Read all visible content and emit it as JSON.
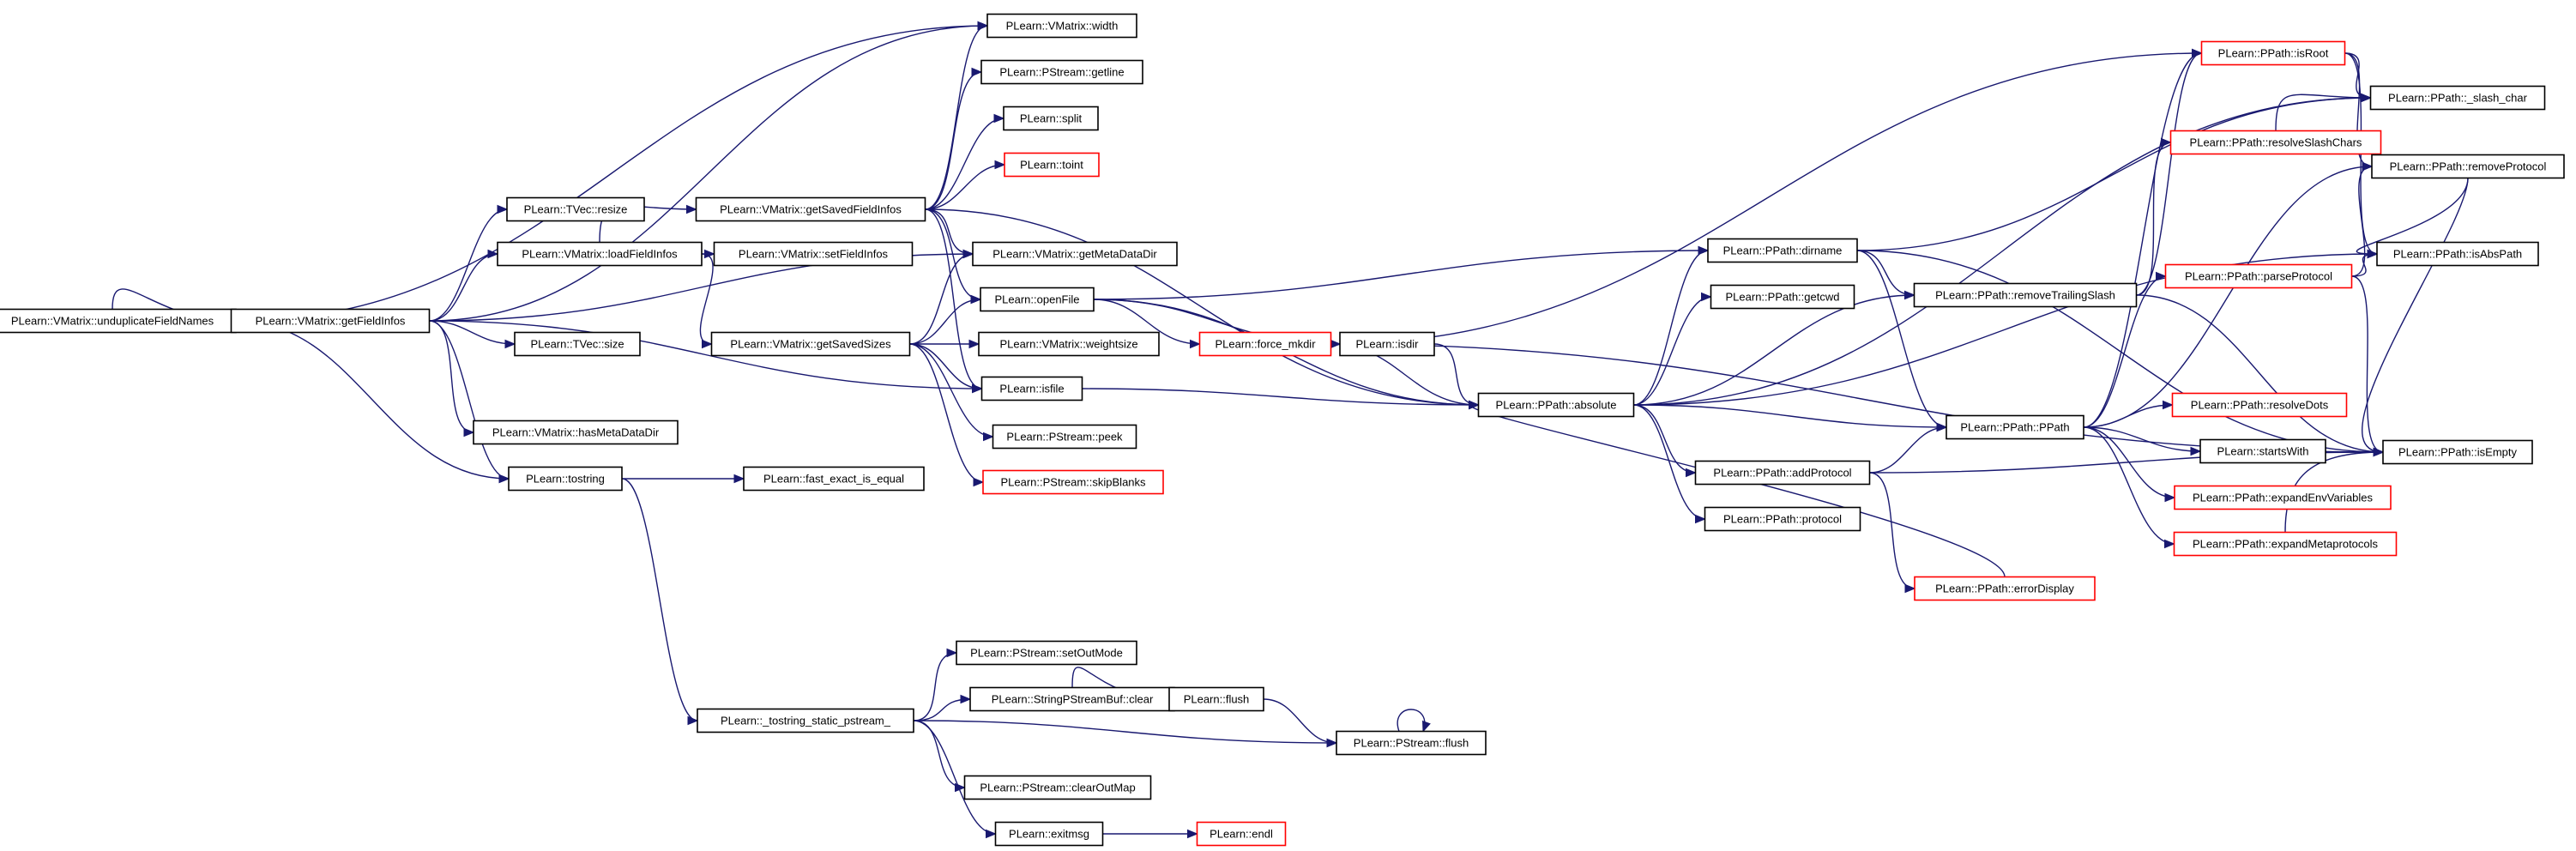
{
  "colors": {
    "edge": "#191970",
    "node_border": "#000000",
    "node_border_incomplete": "#ff0000",
    "root_fill": "#bfbfbf",
    "node_fill": "#ffffff"
  },
  "graph": {
    "nodes": [
      {
        "id": "unduplicate",
        "label": "PLearn::VMatrix::unduplicateFieldNames",
        "status": "root"
      },
      {
        "id": "getFieldInfos",
        "label": "PLearn::VMatrix::getFieldInfos",
        "status": "normal"
      },
      {
        "id": "width",
        "label": "PLearn::VMatrix::width",
        "status": "normal"
      },
      {
        "id": "getline",
        "label": "PLearn::PStream::getline",
        "status": "normal"
      },
      {
        "id": "split",
        "label": "PLearn::split",
        "status": "normal"
      },
      {
        "id": "toint",
        "label": "PLearn::toint",
        "status": "incomplete"
      },
      {
        "id": "tvec_resize",
        "label": "PLearn::TVec::resize",
        "status": "normal"
      },
      {
        "id": "getSavedFieldInfos",
        "label": "PLearn::VMatrix::getSavedFieldInfos",
        "status": "normal"
      },
      {
        "id": "loadFieldInfos",
        "label": "PLearn::VMatrix::loadFieldInfos",
        "status": "normal"
      },
      {
        "id": "setFieldInfos",
        "label": "PLearn::VMatrix::setFieldInfos",
        "status": "normal"
      },
      {
        "id": "getMetaDataDir",
        "label": "PLearn::VMatrix::getMetaDataDir",
        "status": "normal"
      },
      {
        "id": "openFile",
        "label": "PLearn::openFile",
        "status": "normal"
      },
      {
        "id": "tvec_size",
        "label": "PLearn::TVec::size",
        "status": "normal"
      },
      {
        "id": "getSavedSizes",
        "label": "PLearn::VMatrix::getSavedSizes",
        "status": "normal"
      },
      {
        "id": "weightsize",
        "label": "PLearn::VMatrix::weightsize",
        "status": "normal"
      },
      {
        "id": "force_mkdir",
        "label": "PLearn::force_mkdir",
        "status": "incomplete"
      },
      {
        "id": "isdir",
        "label": "PLearn::isdir",
        "status": "normal"
      },
      {
        "id": "isfile",
        "label": "PLearn::isfile",
        "status": "normal"
      },
      {
        "id": "hasMetaDataDir",
        "label": "PLearn::VMatrix::hasMetaDataDir",
        "status": "normal"
      },
      {
        "id": "peek",
        "label": "PLearn::PStream::peek",
        "status": "normal"
      },
      {
        "id": "tostring",
        "label": "PLearn::tostring",
        "status": "normal"
      },
      {
        "id": "fast_exact",
        "label": "PLearn::fast_exact_is_equal",
        "status": "normal"
      },
      {
        "id": "skipBlanks",
        "label": "PLearn::PStream::skipBlanks",
        "status": "incomplete"
      },
      {
        "id": "absolute",
        "label": "PLearn::PPath::absolute",
        "status": "normal"
      },
      {
        "id": "dirname",
        "label": "PLearn::PPath::dirname",
        "status": "normal"
      },
      {
        "id": "getcwd",
        "label": "PLearn::PPath::getcwd",
        "status": "normal"
      },
      {
        "id": "removeTrailingSlash",
        "label": "PLearn::PPath::removeTrailingSlash",
        "status": "normal"
      },
      {
        "id": "ppath",
        "label": "PLearn::PPath::PPath",
        "status": "normal"
      },
      {
        "id": "addProtocol",
        "label": "PLearn::PPath::addProtocol",
        "status": "normal"
      },
      {
        "id": "protocol",
        "label": "PLearn::PPath::protocol",
        "status": "normal"
      },
      {
        "id": "errorDisplay",
        "label": "PLearn::PPath::errorDisplay",
        "status": "incomplete"
      },
      {
        "id": "isRoot",
        "label": "PLearn::PPath::isRoot",
        "status": "incomplete"
      },
      {
        "id": "resolveSlashChars",
        "label": "PLearn::PPath::resolveSlashChars",
        "status": "incomplete"
      },
      {
        "id": "parseProtocol",
        "label": "PLearn::PPath::parseProtocol",
        "status": "incomplete"
      },
      {
        "id": "resolveDots",
        "label": "PLearn::PPath::resolveDots",
        "status": "incomplete"
      },
      {
        "id": "startsWith",
        "label": "PLearn::startsWith",
        "status": "normal"
      },
      {
        "id": "expandEnvVariables",
        "label": "PLearn::PPath::expandEnvVariables",
        "status": "incomplete"
      },
      {
        "id": "expandMetaprotocols",
        "label": "PLearn::PPath::expandMetaprotocols",
        "status": "incomplete"
      },
      {
        "id": "slash_char",
        "label": "PLearn::PPath::_slash_char",
        "status": "normal"
      },
      {
        "id": "removeProtocol",
        "label": "PLearn::PPath::removeProtocol",
        "status": "normal"
      },
      {
        "id": "isAbsPath",
        "label": "PLearn::PPath::isAbsPath",
        "status": "normal"
      },
      {
        "id": "isEmpty",
        "label": "PLearn::PPath::isEmpty",
        "status": "normal"
      },
      {
        "id": "tostring_static",
        "label": "PLearn::_tostring_static_pstream_",
        "status": "normal"
      },
      {
        "id": "setOutMode",
        "label": "PLearn::PStream::setOutMode",
        "status": "normal"
      },
      {
        "id": "spsb_clear",
        "label": "PLearn::StringPStreamBuf::clear",
        "status": "normal"
      },
      {
        "id": "flush_fn",
        "label": "PLearn::flush",
        "status": "normal"
      },
      {
        "id": "pstream_flush",
        "label": "PLearn::PStream::flush",
        "status": "normal"
      },
      {
        "id": "clearOutMap",
        "label": "PLearn::PStream::clearOutMap",
        "status": "normal"
      },
      {
        "id": "exitmsg",
        "label": "PLearn::exitmsg",
        "status": "normal"
      },
      {
        "id": "endl",
        "label": "PLearn::endl",
        "status": "incomplete"
      }
    ],
    "edges": [
      [
        "unduplicate",
        "getFieldInfos"
      ],
      [
        "unduplicate",
        "width"
      ],
      [
        "unduplicate",
        "tostring"
      ],
      [
        "getFieldInfos",
        "width"
      ],
      [
        "getFieldInfos",
        "tvec_resize"
      ],
      [
        "getFieldInfos",
        "loadFieldInfos"
      ],
      [
        "getFieldInfos",
        "tvec_size"
      ],
      [
        "getFieldInfos",
        "getMetaDataDir"
      ],
      [
        "getFieldInfos",
        "isfile"
      ],
      [
        "getFieldInfos",
        "hasMetaDataDir"
      ],
      [
        "getFieldInfos",
        "tostring"
      ],
      [
        "loadFieldInfos",
        "getSavedFieldInfos"
      ],
      [
        "loadFieldInfos",
        "setFieldInfos"
      ],
      [
        "loadFieldInfos",
        "getSavedSizes"
      ],
      [
        "getSavedFieldInfos",
        "width"
      ],
      [
        "getSavedFieldInfos",
        "getline"
      ],
      [
        "getSavedFieldInfos",
        "split"
      ],
      [
        "getSavedFieldInfos",
        "toint"
      ],
      [
        "getSavedFieldInfos",
        "getMetaDataDir"
      ],
      [
        "getSavedFieldInfos",
        "openFile"
      ],
      [
        "getSavedFieldInfos",
        "isfile"
      ],
      [
        "getSavedFieldInfos",
        "absolute"
      ],
      [
        "getSavedSizes",
        "getMetaDataDir"
      ],
      [
        "getSavedSizes",
        "openFile"
      ],
      [
        "getSavedSizes",
        "weightsize"
      ],
      [
        "getSavedSizes",
        "isfile"
      ],
      [
        "getSavedSizes",
        "peek"
      ],
      [
        "getSavedSizes",
        "skipBlanks"
      ],
      [
        "openFile",
        "dirname"
      ],
      [
        "openFile",
        "force_mkdir"
      ],
      [
        "openFile",
        "isdir"
      ],
      [
        "openFile",
        "absolute"
      ],
      [
        "force_mkdir",
        "isdir"
      ],
      [
        "force_mkdir",
        "absolute"
      ],
      [
        "force_mkdir",
        "isRoot"
      ],
      [
        "force_mkdir",
        "isEmpty"
      ],
      [
        "isdir",
        "absolute"
      ],
      [
        "isfile",
        "absolute"
      ],
      [
        "tostring",
        "fast_exact"
      ],
      [
        "tostring",
        "tostring_static"
      ],
      [
        "absolute",
        "dirname"
      ],
      [
        "absolute",
        "getcwd"
      ],
      [
        "absolute",
        "removeTrailingSlash"
      ],
      [
        "absolute",
        "ppath"
      ],
      [
        "absolute",
        "addProtocol"
      ],
      [
        "absolute",
        "protocol"
      ],
      [
        "absolute",
        "isAbsPath"
      ],
      [
        "absolute",
        "slash_char"
      ],
      [
        "dirname",
        "removeTrailingSlash"
      ],
      [
        "dirname",
        "ppath"
      ],
      [
        "dirname",
        "slash_char"
      ],
      [
        "dirname",
        "isEmpty"
      ],
      [
        "removeTrailingSlash",
        "isRoot"
      ],
      [
        "removeTrailingSlash",
        "resolveSlashChars"
      ],
      [
        "removeTrailingSlash",
        "isEmpty"
      ],
      [
        "ppath",
        "isRoot"
      ],
      [
        "ppath",
        "parseProtocol"
      ],
      [
        "ppath",
        "resolveDots"
      ],
      [
        "ppath",
        "startsWith"
      ],
      [
        "ppath",
        "expandEnvVariables"
      ],
      [
        "ppath",
        "expandMetaprotocols"
      ],
      [
        "ppath",
        "removeProtocol"
      ],
      [
        "addProtocol",
        "ppath"
      ],
      [
        "addProtocol",
        "errorDisplay"
      ],
      [
        "addProtocol",
        "isEmpty"
      ],
      [
        "errorDisplay",
        "absolute"
      ],
      [
        "isRoot",
        "slash_char"
      ],
      [
        "isRoot",
        "removeProtocol"
      ],
      [
        "isRoot",
        "isAbsPath"
      ],
      [
        "resolveSlashChars",
        "slash_char"
      ],
      [
        "removeProtocol",
        "isAbsPath"
      ],
      [
        "parseProtocol",
        "removeProtocol"
      ],
      [
        "parseProtocol",
        "isAbsPath"
      ],
      [
        "parseProtocol",
        "isEmpty"
      ],
      [
        "expandMetaprotocols",
        "isEmpty"
      ],
      [
        "removeProtocol",
        "isEmpty"
      ],
      [
        "tostring_static",
        "setOutMode"
      ],
      [
        "tostring_static",
        "spsb_clear"
      ],
      [
        "tostring_static",
        "pstream_flush"
      ],
      [
        "tostring_static",
        "clearOutMap"
      ],
      [
        "tostring_static",
        "exitmsg"
      ],
      [
        "spsb_clear",
        "flush_fn"
      ],
      [
        "flush_fn",
        "pstream_flush"
      ],
      [
        "pstream_flush",
        "pstream_flush"
      ],
      [
        "exitmsg",
        "endl"
      ]
    ]
  }
}
